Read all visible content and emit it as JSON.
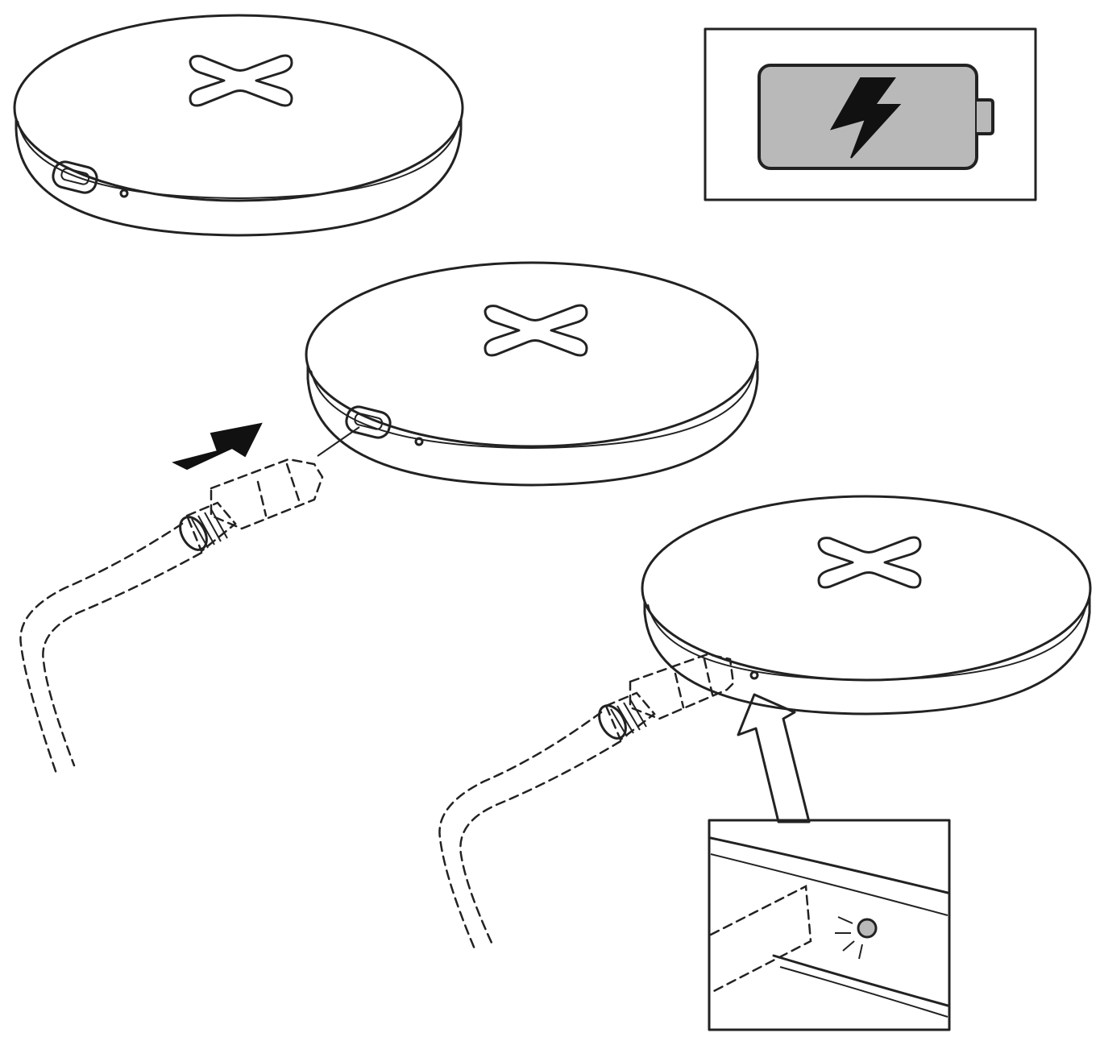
{
  "figure": {
    "steps": [
      {
        "id": "pad-unplugged"
      },
      {
        "id": "plug-in-cable"
      },
      {
        "id": "indicator-light-on"
      }
    ],
    "icons": {
      "battery": "battery-charging-icon",
      "bolt": "lightning-bolt-icon",
      "push_arrow": "arrow-right-icon",
      "callout_arrow": "arrow-up-icon",
      "pad_logo": "cross-logo-icon"
    },
    "colors": {
      "line": "#222222",
      "battery_fill": "#b9b9b9",
      "background": "#ffffff"
    }
  }
}
